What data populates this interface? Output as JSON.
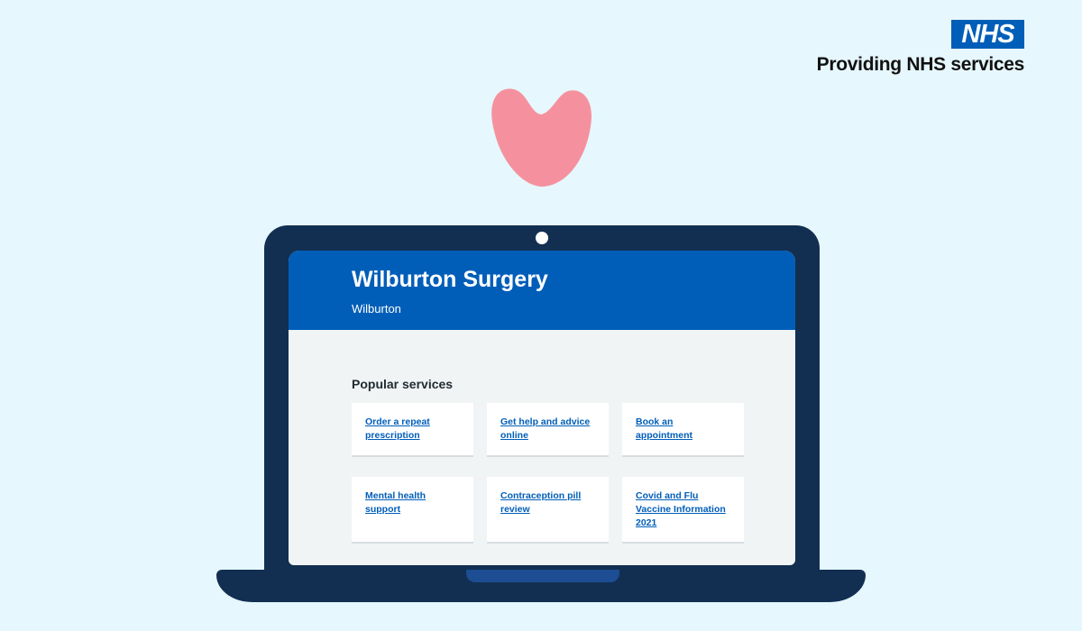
{
  "branding": {
    "logo_text": "NHS",
    "tagline": "Providing NHS services",
    "color": "#005eb8"
  },
  "site": {
    "title": "Wilburton Surgery",
    "subtitle": "Wilburton",
    "section_heading": "Popular services",
    "services": [
      "Order a repeat prescription",
      "Get help and advice online",
      "Book an appointment",
      "Mental health support",
      "Contraception pill review",
      "Covid and Flu Vaccine Information 2021"
    ]
  }
}
